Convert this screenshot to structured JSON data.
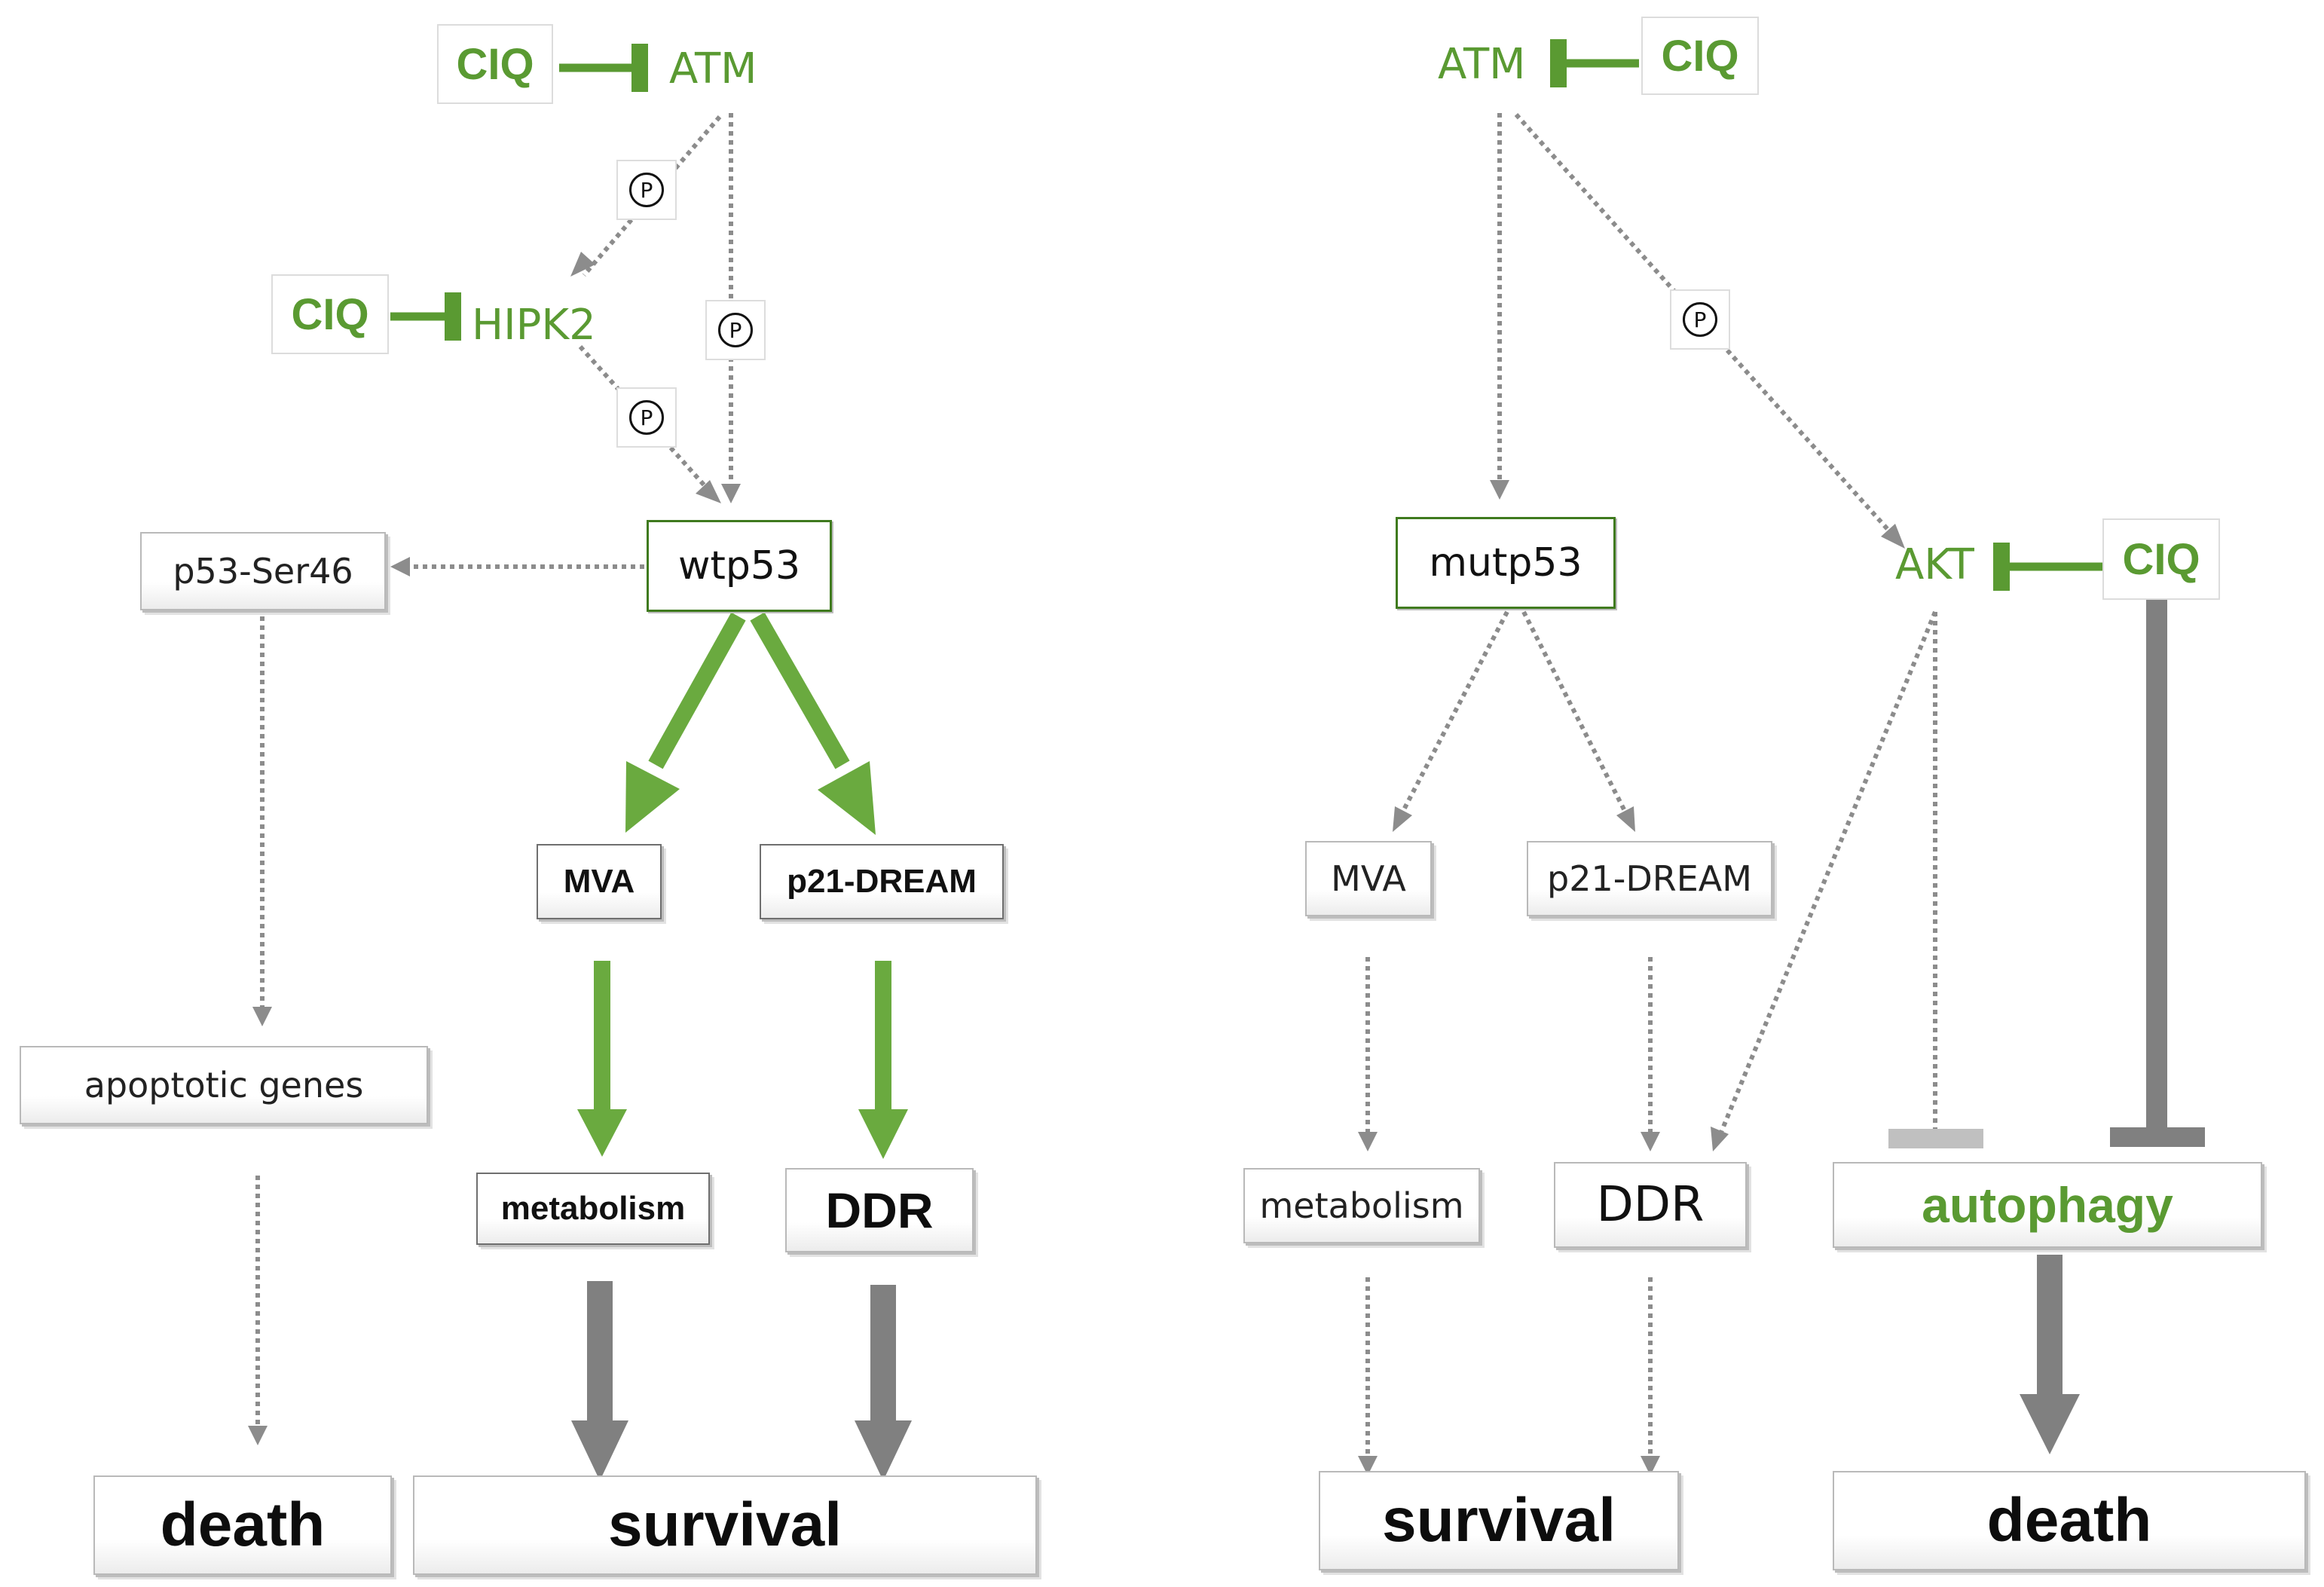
{
  "inhibitor": "CIQ",
  "phospho": "P",
  "left": {
    "atm": "ATM",
    "hipk2": "HIPK2",
    "p53": "wtp53",
    "p53ser46": "p53-Ser46",
    "mva": "MVA",
    "p21": "p21-DREAM",
    "apoptotic": "apoptotic genes",
    "metabolism": "metabolism",
    "ddr": "DDR",
    "death": "death",
    "survival": "survival"
  },
  "right": {
    "atm": "ATM",
    "p53": "mutp53",
    "akt": "AKT",
    "mva": "MVA",
    "p21": "p21-DREAM",
    "metabolism": "metabolism",
    "ddr": "DDR",
    "autophagy": "autophagy",
    "survival": "survival",
    "death": "death"
  },
  "colors": {
    "green": "#5a9a32",
    "dark_green": "#3f7a1e",
    "gray_arrow": "#808080",
    "dotted": "#8c8c8c",
    "light_bar": "#c0c0c0"
  }
}
